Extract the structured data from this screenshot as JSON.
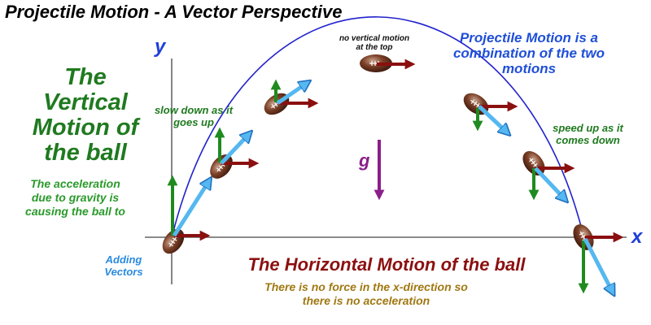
{
  "title": "Projectile Motion - A Vector Perspective",
  "vertical": {
    "heading_lines": [
      "The",
      "Vertical",
      "Motion of",
      "the ball"
    ],
    "sub_lines": [
      "The acceleration",
      "due to gravity is",
      "causing the ball to"
    ]
  },
  "combination_lines": [
    "Projectile Motion is a",
    "combination of the two",
    "motions"
  ],
  "slow_down_lines": [
    "slow down as it",
    "goes up"
  ],
  "speed_up_lines": [
    "speed up as it",
    "comes down"
  ],
  "top_note_lines": [
    "no vertical motion",
    "at the top"
  ],
  "adding_vectors_lines": [
    "Adding",
    "Vectors"
  ],
  "horizontal": {
    "heading": "The Horizontal Motion of the ball",
    "sub_lines": [
      "There is no force in the x-direction so",
      "there is no acceleration"
    ]
  },
  "axes": {
    "x_label": "x",
    "y_label": "y"
  },
  "gravity_label": "g",
  "colors": {
    "trajectory": "#2222cc",
    "vertical_vector": "#1f8a1f",
    "horizontal_vector": "#8b0f0f",
    "resultant_vector": "#55b8f0",
    "gravity": "#8a1f8a",
    "ball": "#6b3a22"
  },
  "balls": [
    {
      "name": "launch",
      "vy": "up-large",
      "vr": "up-right-steep"
    },
    {
      "name": "rising-1",
      "vy": "up-medium",
      "vr": "up-right"
    },
    {
      "name": "rising-2",
      "vy": "up-small",
      "vr": "up-right-shallow"
    },
    {
      "name": "top",
      "vy": "none",
      "vr": "none"
    },
    {
      "name": "falling-1",
      "vy": "down-small",
      "vr": "down-right-shallow"
    },
    {
      "name": "falling-2",
      "vy": "down-medium",
      "vr": "down-right"
    },
    {
      "name": "landing",
      "vy": "down-large",
      "vr": "down-right-steep"
    }
  ]
}
